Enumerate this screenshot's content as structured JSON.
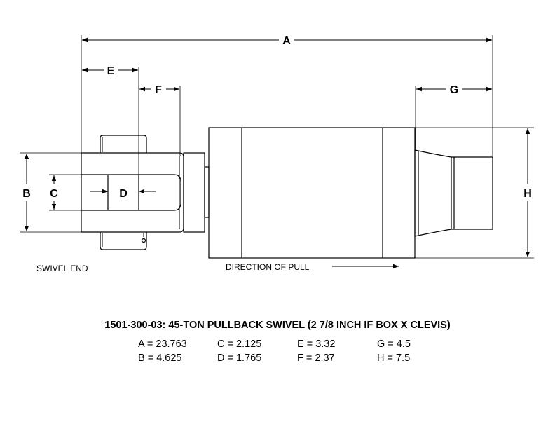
{
  "dimension_letters": {
    "A": "A",
    "B": "B",
    "C": "C",
    "D": "D",
    "E": "E",
    "F": "F",
    "G": "G",
    "H": "H"
  },
  "labels": {
    "swivel_end": "SWIVEL END",
    "direction_of_pull": "DIRECTION OF PULL"
  },
  "title": "1501-300-03: 45-TON PULLBACK SWIVEL (2 7/8 INCH IF BOX X CLEVIS)",
  "specs": [
    [
      "A = 23.763",
      "C = 2.125",
      "E = 3.32",
      "G = 4.5"
    ],
    [
      "B = 4.625",
      "D = 1.765",
      "F = 2.37",
      "H = 7.5"
    ]
  ]
}
